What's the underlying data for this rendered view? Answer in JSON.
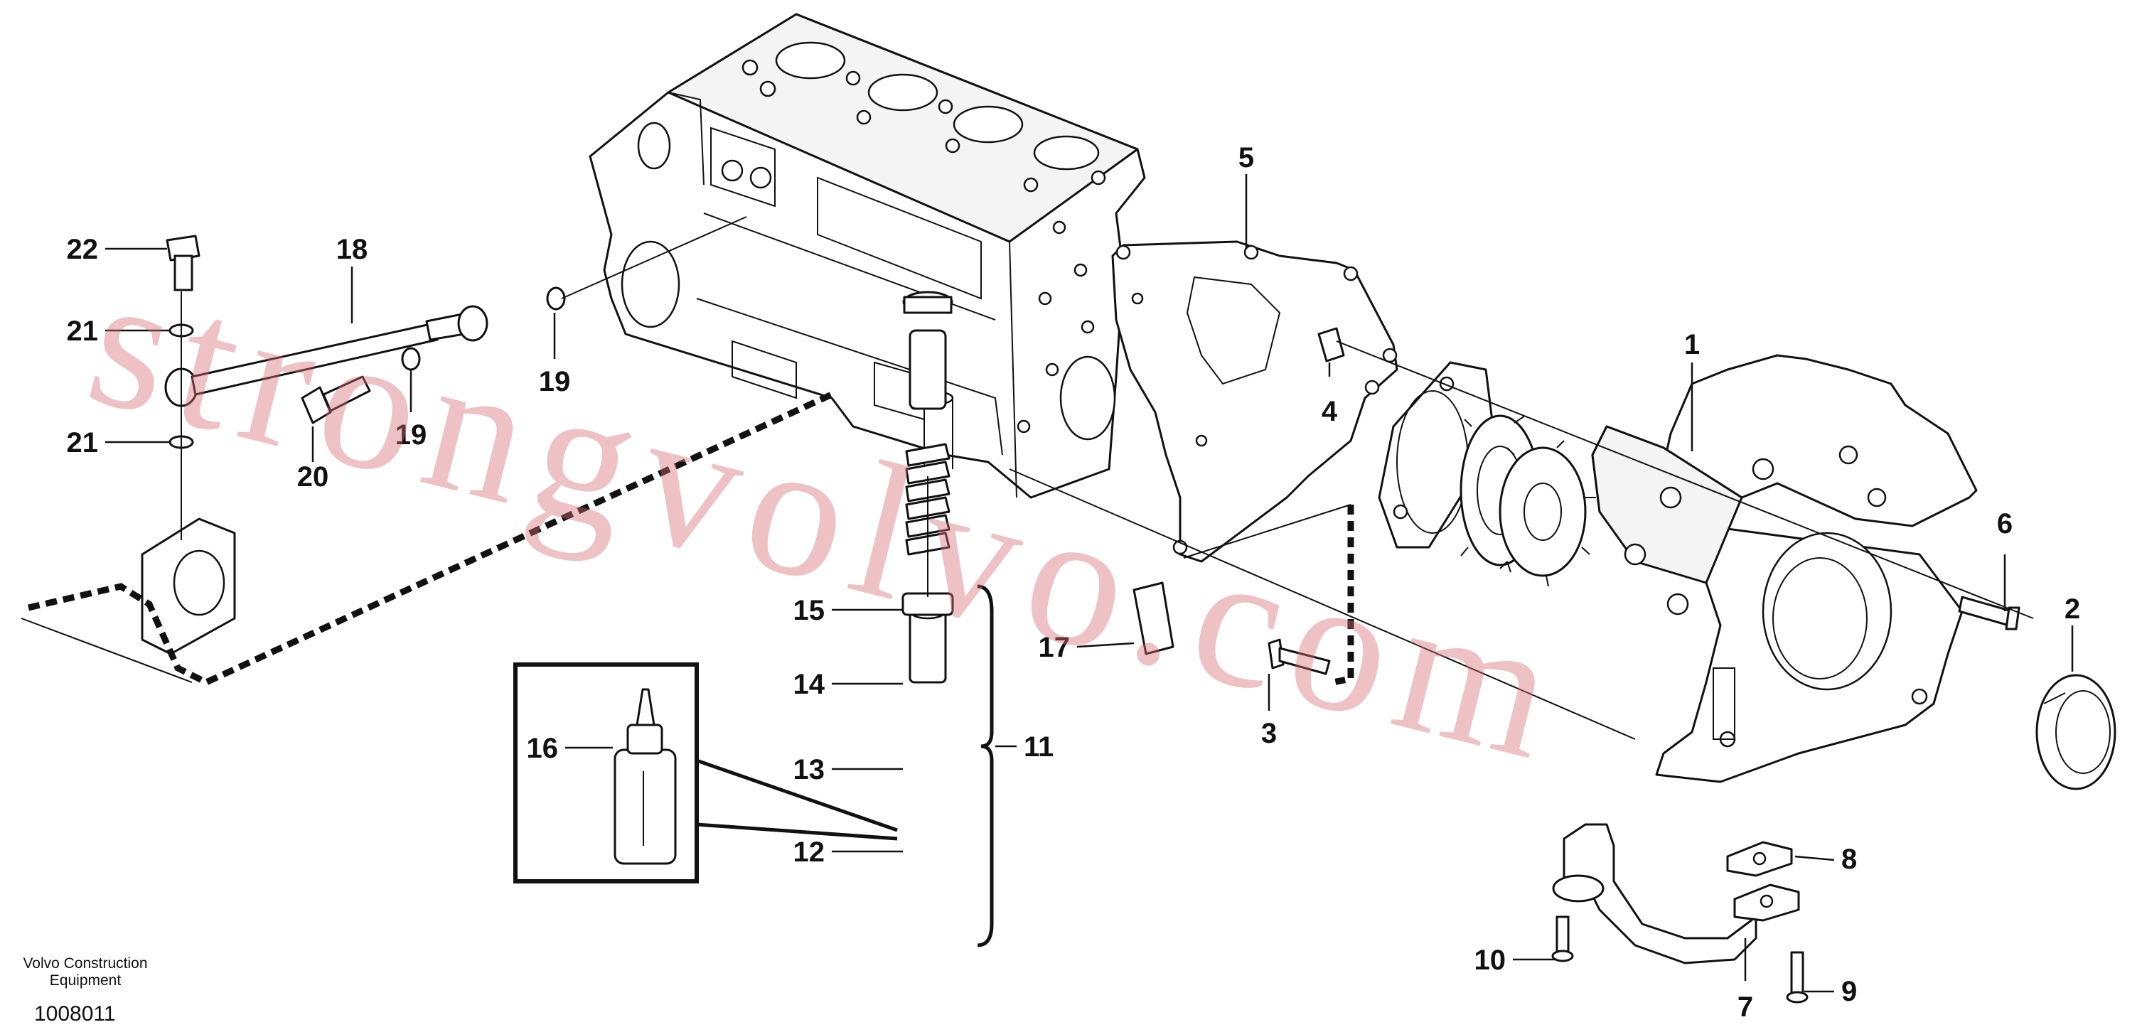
{
  "publisher": {
    "line1": "Volvo Construction",
    "line2": "Equipment"
  },
  "document_number": "1008011",
  "watermark": "strongvolvo.com",
  "callouts": {
    "c1": "1",
    "c2": "2",
    "c3": "3",
    "c4": "4",
    "c5": "5",
    "c6": "6",
    "c7": "7",
    "c8": "8",
    "c9": "9",
    "c10": "10",
    "c11": "11",
    "c12": "12",
    "c13": "13",
    "c14": "14",
    "c15": "15",
    "c16": "16",
    "c17": "17",
    "c18": "18",
    "c19a": "19",
    "c19b": "19",
    "c20": "20",
    "c21a": "21",
    "c21b": "21",
    "c22": "22"
  }
}
